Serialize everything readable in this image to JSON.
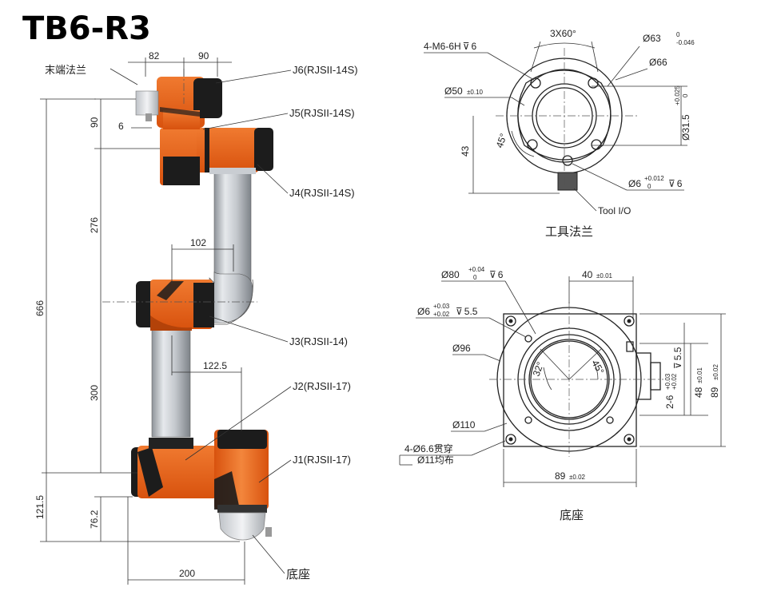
{
  "title": "TB6-R3",
  "arm": {
    "end_flange_label": "末端法兰",
    "joints": [
      "J6(RJSII-14S)",
      "J5(RJSII-14S)",
      "J4(RJSII-14S)",
      "J3(RJSII-14)",
      "J2(RJSII-17)",
      "J1(RJSII-17)"
    ],
    "base_label": "底座",
    "dims": {
      "top_82": "82",
      "top_90": "90",
      "left_90": "90",
      "left_6": "6",
      "d276": "276",
      "d102": "102",
      "d666": "666",
      "d122_5": "122.5",
      "d300": "300",
      "d121_5": "121.5",
      "d76_2": "76.2",
      "d200": "200"
    }
  },
  "tool_flange": {
    "caption": "工具法兰",
    "m6": "4-M6-6H",
    "m6_depth": "6",
    "angle_3x60": "3X60°",
    "d63": "Ø63",
    "d63_tol_up": "0",
    "d63_tol_dn": "-0.046",
    "d66": "Ø66",
    "d50": "Ø50",
    "d50_tol": "±0.10",
    "d31_5": "Ø31.5",
    "d31_5_tol_up": "+0.025",
    "d31_5_tol_dn": "0",
    "h43": "43",
    "ang45": "45°",
    "d6": "Ø6",
    "d6_tol_up": "+0.012",
    "d6_tol_dn": "0",
    "d6_depth": "6",
    "tool_io": "Tool I/O"
  },
  "base": {
    "caption": "底座",
    "d80": "Ø80",
    "d80_tol_up": "+0.04",
    "d80_tol_dn": "0",
    "d80_depth": "6",
    "d6": "Ø6",
    "d6_tol_up": "+0.03",
    "d6_tol_dn": "+0.02",
    "d6_depth": "5.5",
    "d96": "Ø96",
    "w40": "40",
    "w40_tol": "±0.01",
    "ang32": "32°",
    "ang45": "45°",
    "d110": "Ø110",
    "holes": "4-Ø6.6贯穿",
    "holes2": "Ø11均布",
    "w89": "89",
    "w89_tol": "±0.02",
    "h89": "89",
    "h89_tol": "±0.02",
    "h48": "48",
    "h48_tol": "±0.01",
    "pin": "2-6",
    "pin_tol_up": "+0.03",
    "pin_tol_dn": "+0.02",
    "pin_depth": "5.5"
  },
  "colors": {
    "orange": "#e8631c",
    "black": "#1c1c1c",
    "tube": "#c9cdd2"
  }
}
